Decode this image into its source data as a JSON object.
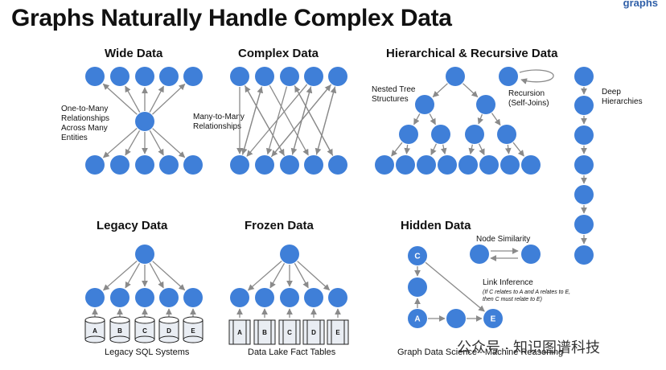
{
  "header": {
    "title": "Graphs Naturally Handle Complex Data",
    "logo": "graphs"
  },
  "sections": {
    "wide": {
      "title": "Wide Data",
      "label": "One-to-Many\nRelationships\nAcross Many\nEntities"
    },
    "complex": {
      "title": "Complex Data",
      "label": "Many-to-Many\nRelationships"
    },
    "hier": {
      "title": "Hierarchical & Recursive Data",
      "nested": "Nested Tree\nStructures",
      "recursion": "Recursion\n(Self-Joins)",
      "deep": "Deep\nHierarchies"
    },
    "legacy": {
      "title": "Legacy Data",
      "caption": "Legacy SQL Systems",
      "db_labels": [
        "A",
        "B",
        "C",
        "D",
        "E"
      ]
    },
    "frozen": {
      "title": "Frozen Data",
      "caption": "Data Lake Fact Tables",
      "table_labels": [
        "A",
        "B",
        "C",
        "D",
        "E"
      ]
    },
    "hidden": {
      "title": "Hidden Data",
      "similarity": "Node Similarity",
      "link_title": "Link Inference",
      "link_note": "(If C relates to A and A relates to E,\nthen C must relate to E)",
      "caption": "Graph Data Science - Machine Reasoning",
      "node_c": "C",
      "node_a": "A",
      "node_e": "E"
    }
  },
  "watermark": "公众号 · 知识图谱科技",
  "colors": {
    "node": "#3f7fd8",
    "arrow": "#8a8a8a",
    "db_fill": "#e9edf3"
  }
}
